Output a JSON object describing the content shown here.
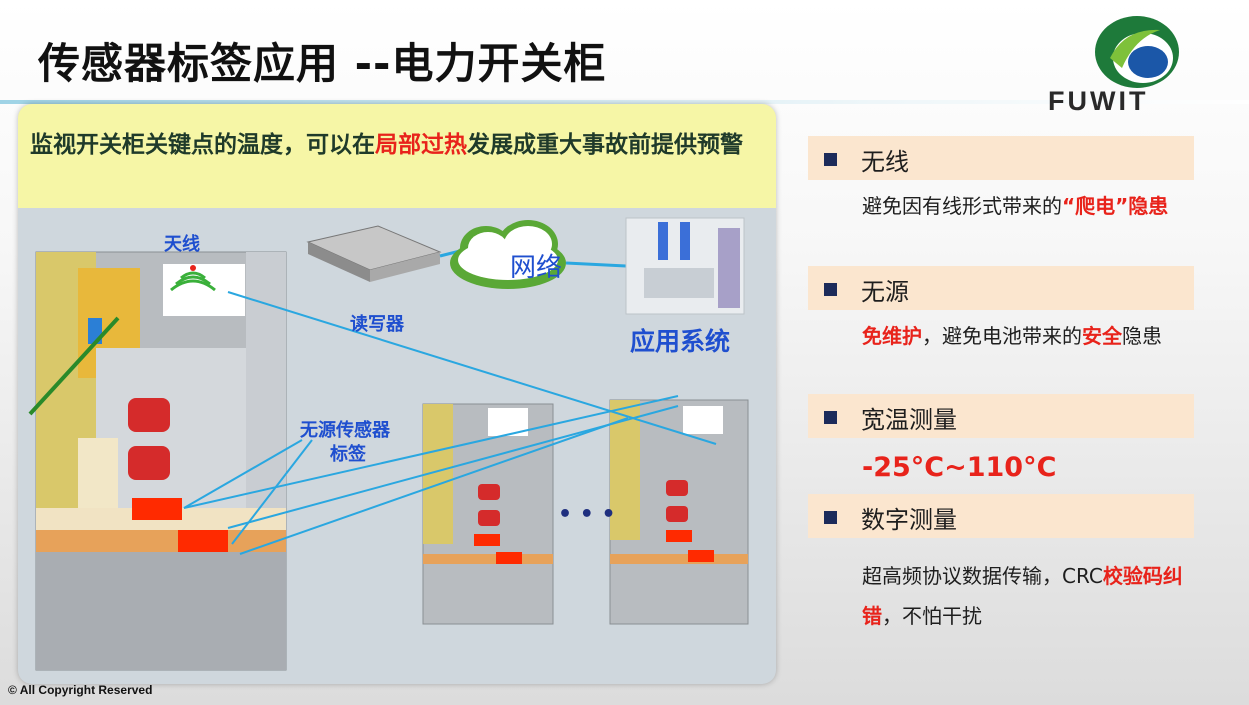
{
  "header": {
    "title": "传感器标签应用 --电力开关柜",
    "logo_text": "FUWIT"
  },
  "panel": {
    "banner_part1": "监视开关柜关键点的温度，可以在",
    "banner_highlight": "局部过热",
    "banner_part2": "发展成重大事故前提供预警",
    "antenna_label": "天线",
    "reader_label": "读写器",
    "network_label": "网络",
    "app_system_label": "应用系统",
    "tag_label_line1": "无源传感器",
    "tag_label_line2": "标签",
    "ellipsis": "• • •"
  },
  "features": [
    {
      "title": "无线",
      "desc_plain": "避免因有线形式带来的",
      "desc_red": "“爬电”隐患"
    },
    {
      "title": "无源",
      "desc_red1": "免维护",
      "desc_plain1": "，避免电池带来的",
      "desc_red2": "安全",
      "desc_plain2": "隐患"
    },
    {
      "title": "宽温测量",
      "desc_red": "-25°C~110°C"
    },
    {
      "title": "数字测量",
      "desc_plain1": "超高频协议数据传输，CRC",
      "desc_red": "校验码纠错",
      "desc_plain2": "，不怕干扰"
    }
  ],
  "footer": {
    "copyright": "© All Copyright Reserved"
  },
  "colors": {
    "accent_red": "#e8231b",
    "banner_yellow": "#f6f6a6",
    "bullet_bg": "#fbe6cf",
    "link_blue": "#1f4fcf"
  }
}
